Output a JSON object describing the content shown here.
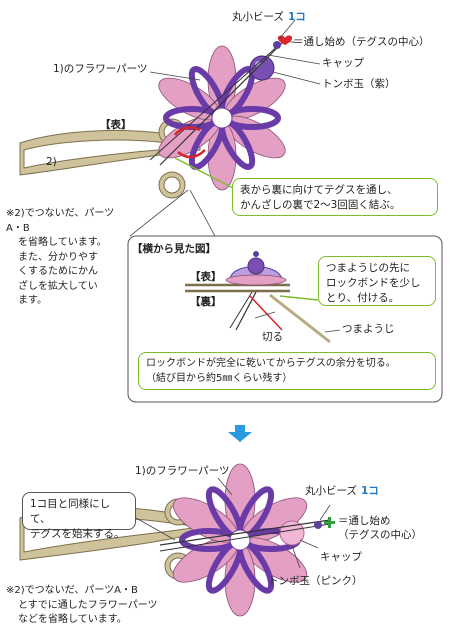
{
  "top": {
    "bead_label": "丸小ビーズ",
    "bead_count": "1コ",
    "thread_start": "＝通し始め（テグスの中心）",
    "flower_label": "1)のフラワーパーツ",
    "cap_label": "キャップ",
    "dragonfly_label": "トンボ玉（紫）",
    "front_label": "【表】",
    "part2_label": "2)",
    "note_lines": [
      "※2)でつないだ、パーツA・B",
      "を省略しています。",
      "また、分かりやす",
      "くするためにかん",
      "ざしを拡大してい",
      "ます。"
    ],
    "instruction_lines": [
      "表から裏に向けてテグスを通し、",
      "かんざしの裏で2〜3回固く結ぶ。"
    ]
  },
  "side_view": {
    "title": "【横から見た図】",
    "front": "【表】",
    "back": "【裏】",
    "tip_lines": [
      "つまようじの先に",
      "ロックボンドを少し",
      "とり、付ける。"
    ],
    "toothpick_label": "つまようじ",
    "cut_label": "切る",
    "bottom_lines": [
      "ロックボンドが完全に乾いてからテグスの余分を切る。",
      "（結び目から約5㎜くらい残す）"
    ]
  },
  "bottom": {
    "flower_label": "1)のフラワーパーツ",
    "bead_label": "丸小ビーズ",
    "bead_count": "1コ",
    "thread_start_1": "＝通し始め",
    "thread_start_2": "（テグスの中心）",
    "cap_label": "キャップ",
    "dragonfly_label": "トンボ玉（ピンク）",
    "finish_lines": [
      "1コ目と同様にして、",
      "テグスを始末する。"
    ],
    "note_lines": [
      "※2)でつないだ、パーツA・B",
      "とすでに通したフラワーパーツ",
      "などを省略しています。"
    ]
  },
  "colors": {
    "petal_pink": "#e3a0c4",
    "petal_purple": "#6a3ba6",
    "hairpin": "#b8ab80",
    "green": "#7dbb2f",
    "red": "#d8242c",
    "arrow_blue": "#2a9be0"
  }
}
